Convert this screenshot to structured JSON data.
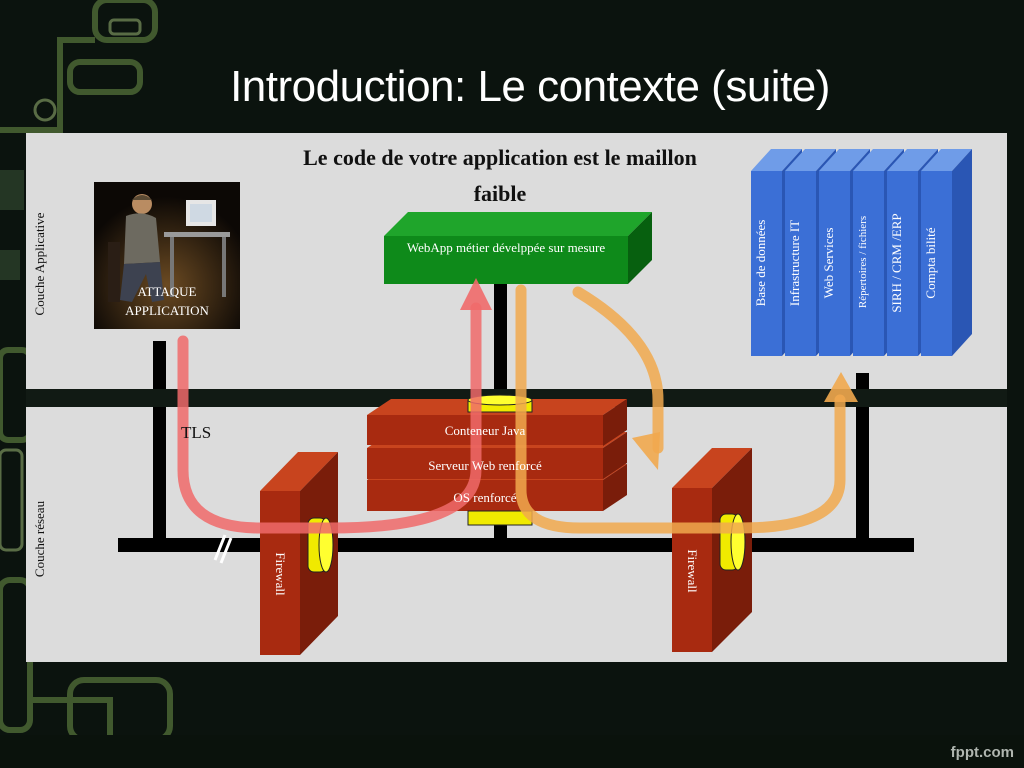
{
  "slide": {
    "title": "Introduction: Le contexte (suite)",
    "footer": "fppt.com"
  },
  "layers": {
    "application_label": "Couche Applicative",
    "network_label": "Couche réseau"
  },
  "headline": "Le code de votre application est le maillon faible",
  "attack": {
    "label_line1": "ATTAQUE",
    "label_line2": "APPLICATION"
  },
  "webapp": {
    "label": "WebApp métier dévelppée sur mesure"
  },
  "server_stack": [
    "Conteneur Java",
    "Serveur Web renforcé",
    "OS renforcé"
  ],
  "firewalls": [
    "Firewall",
    "Firewall"
  ],
  "tls_label": "TLS",
  "services": [
    "Base de données",
    "Infrastructure IT",
    "Web Services",
    "Répertoires / fichiers",
    "SIRH / CRM /ERP",
    "Compta bilité"
  ],
  "colors": {
    "attack_arrow": "#f06a6a",
    "response_arrow": "#f1a94e",
    "webapp_green": "#0e8a1a",
    "server_red": "#a82a10",
    "service_blue": "#3b6fd6",
    "panel_gray": "#dcdcdc"
  }
}
